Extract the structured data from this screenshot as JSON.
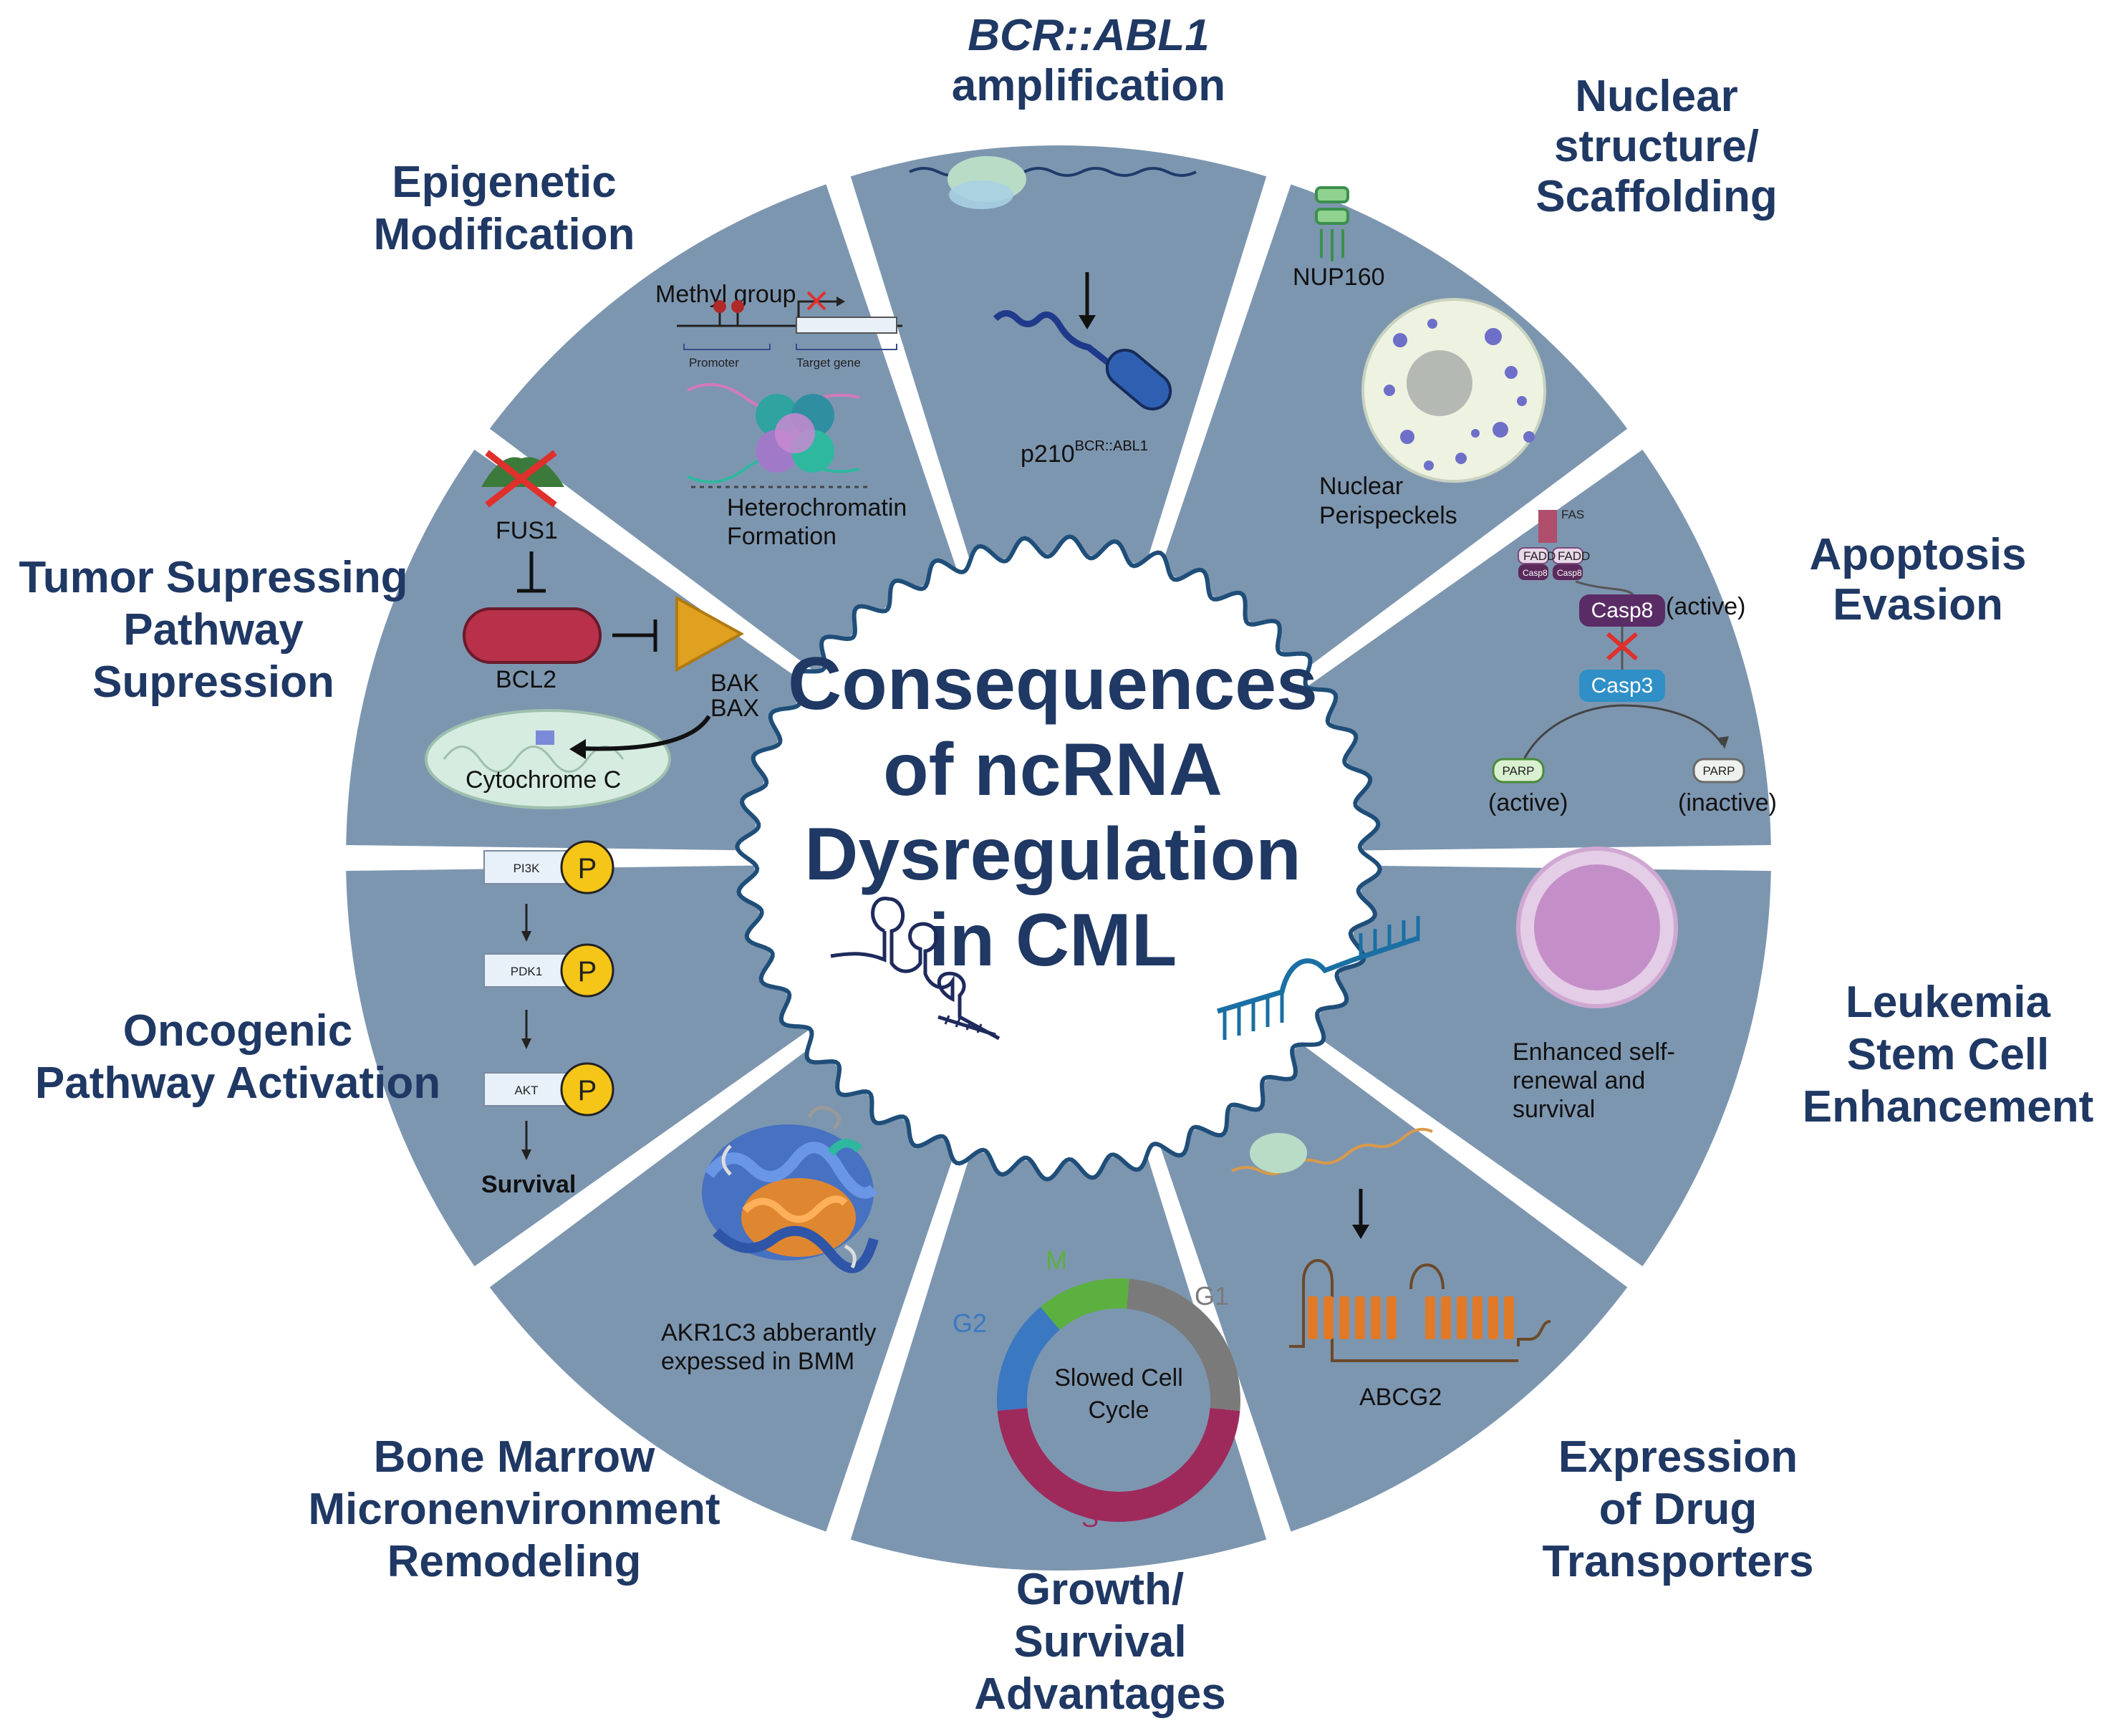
{
  "center_title": [
    "Consequences",
    "of ncRNA",
    "Dysregulation",
    "in CML"
  ],
  "segments": [
    {
      "id": "amplification",
      "label_lines": [
        "BCR::ABL1",
        "amplification"
      ],
      "inner": {
        "protein": "p210",
        "superscript": "BCR::ABL1"
      }
    },
    {
      "id": "nuclear",
      "label_lines": [
        "Nuclear",
        "structure/",
        "Scaffolding"
      ],
      "inner": {
        "nup": "NUP160",
        "speckle_lines": [
          "Nuclear",
          "Perispeckels"
        ]
      }
    },
    {
      "id": "apoptosis",
      "label_lines": [
        "Apoptosis",
        "Evasion"
      ],
      "inner": {
        "fas": "FAS",
        "fadd": "FADD",
        "casp8_small": "Casp8",
        "casp8": "Casp8",
        "casp8_state": "(active)",
        "casp3": "Casp3",
        "parp": "PARP",
        "parp_active": "(active)",
        "parp_inactive": "(inactive)"
      }
    },
    {
      "id": "stemcell",
      "label_lines": [
        "Leukemia",
        "Stem Cell",
        "Enhancement"
      ],
      "inner": {
        "text_lines": [
          "Enhanced self-",
          "renewal and",
          "survival"
        ]
      }
    },
    {
      "id": "drug",
      "label_lines": [
        "Expression",
        "of Drug",
        "Transporters"
      ],
      "inner": {
        "transporter": "ABCG2"
      }
    },
    {
      "id": "growth",
      "label_lines": [
        "Growth/",
        "Survival",
        "Advantages"
      ],
      "inner": {
        "center_lines": [
          "Slowed Cell",
          "Cycle"
        ],
        "phases": [
          "M",
          "G1",
          "S",
          "G2"
        ],
        "phase_colors": [
          "#5cb040",
          "#7a7a7a",
          "#9e2a5c",
          "#3b78c2"
        ]
      }
    },
    {
      "id": "bmm",
      "label_lines": [
        "Bone Marrow",
        "Micronenvironment",
        "Remodeling"
      ],
      "inner": {
        "text_lines": [
          "AKR1C3 abberantly",
          "expessed in BMM"
        ]
      }
    },
    {
      "id": "oncogenic",
      "label_lines": [
        "Oncogenic",
        "Pathway Activation"
      ],
      "inner": {
        "steps": [
          "PI3K",
          "PDK1",
          "AKT"
        ],
        "phospho": "P",
        "end": "Survival"
      }
    },
    {
      "id": "tumor",
      "label_lines": [
        "Tumor Supressing",
        "Pathway",
        "Supression"
      ],
      "inner": {
        "fus1": "FUS1",
        "bcl2": "BCL2",
        "bak": "BAK",
        "bax": "BAX",
        "cyto": "Cytochrome C"
      }
    },
    {
      "id": "epigenetic",
      "label_lines": [
        "Epigenetic",
        "Modification"
      ],
      "inner": {
        "methyl": "Methyl group",
        "promoter": "Promoter",
        "target": "Target gene",
        "hetero_lines": [
          "Heterochromatin",
          "Formation"
        ]
      }
    }
  ],
  "colors": {
    "segment_fill": "#7d96b0",
    "title": "#1f3864",
    "center_wave": "#1f4e79"
  }
}
